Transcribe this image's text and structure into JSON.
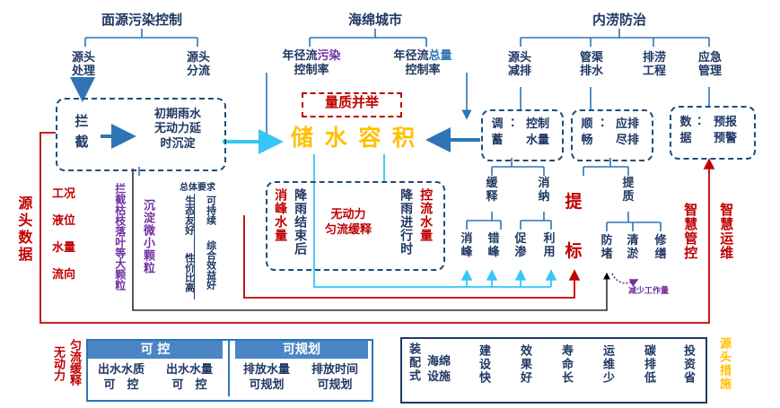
{
  "colors": {
    "navy": "#1f3864",
    "red": "#c00000",
    "purple": "#7030a0",
    "gold": "#ffc000",
    "cyan": "#38c6f4",
    "blue": "#2e75b6"
  },
  "top": {
    "left": "面源污染控制",
    "center": "海绵城市",
    "right": "内涝防治"
  },
  "left_branch": {
    "src_treat": [
      "源头",
      "处理"
    ],
    "src_split": [
      "源头",
      "分流"
    ],
    "intercept": [
      "拦",
      "截"
    ],
    "initial_rain": [
      "初期雨水",
      "无动力延",
      "时沉淀"
    ]
  },
  "center": {
    "runoff_pollution": {
      "pre": "年径流",
      "hl": "污染",
      "post": "控制率"
    },
    "runoff_total": {
      "pre": "年径流",
      "hl": "总量",
      "post": "控制率"
    },
    "quality": "量质并举",
    "storage": "储 水 容 积",
    "peak_cut": "消峰水量",
    "after_rain": "降雨结束后",
    "no_power": [
      "无动力",
      "匀流缓释"
    ],
    "during_rain": "降雨进行时",
    "flow_control": "控流水量"
  },
  "right_branch": {
    "src_reduce": [
      "源头",
      "减排"
    ],
    "pipe_drain": [
      "管渠",
      "排水"
    ],
    "drain_eng": [
      "排涝",
      "工程"
    ],
    "emergency": [
      "应急",
      "管理"
    ],
    "regulate": [
      "调",
      "蓄"
    ],
    "reg_ctrl": [
      "控制",
      "水量"
    ],
    "smooth": [
      "顺",
      "畅"
    ],
    "smooth_ctrl": [
      "应排",
      "尽排"
    ],
    "data": [
      "数",
      "据"
    ],
    "forecast": [
      "预报",
      "预警"
    ],
    "slow_release": [
      "缓",
      "释"
    ],
    "absorb": [
      "消",
      "纳"
    ],
    "lift": [
      "提",
      "标"
    ],
    "quality_up": [
      "提",
      "质"
    ],
    "peak_a": [
      "消",
      "峰"
    ],
    "peak_b": [
      "错",
      "峰"
    ],
    "infil": [
      "促",
      "渗"
    ],
    "reuse": [
      "利",
      "用"
    ],
    "anti_block": [
      "防",
      "堵"
    ],
    "dredge": [
      "清",
      "淤"
    ],
    "repair": [
      "修",
      "缮"
    ],
    "less_work": "减少工作量",
    "smart_ctrl": "智慧管控",
    "smart_ops": "智慧运维"
  },
  "left_side": {
    "source_data": "源头数据",
    "items": [
      "工况",
      "液位",
      "水量",
      "流向"
    ]
  },
  "mid_verticals": {
    "intercept_leaves": "拦截枯枝落叶等大颗粒",
    "sediment": "沉淀微小颗粒",
    "overall_title": "总体要求",
    "overall_a": "生态友好",
    "overall_b": "可持续",
    "overall_c": "性价比高",
    "overall_d": "综合效益好"
  },
  "bottom_left": {
    "side_a": "无动力",
    "side_b": "匀流缓释",
    "controllable": "可 控",
    "plannable": "可规划",
    "cells": [
      [
        "出水水质",
        "可　控"
      ],
      [
        "出水水量",
        "可　控"
      ],
      [
        "排放水量",
        "可规划"
      ],
      [
        "排放时间",
        "可规划"
      ]
    ]
  },
  "bottom_right": {
    "side": "装配式",
    "first": [
      "海绵",
      "设施"
    ],
    "items": [
      "建设快",
      "效果好",
      "寿命长",
      "运维少",
      "碳排低",
      "投资省"
    ],
    "tag": "源头措施"
  }
}
